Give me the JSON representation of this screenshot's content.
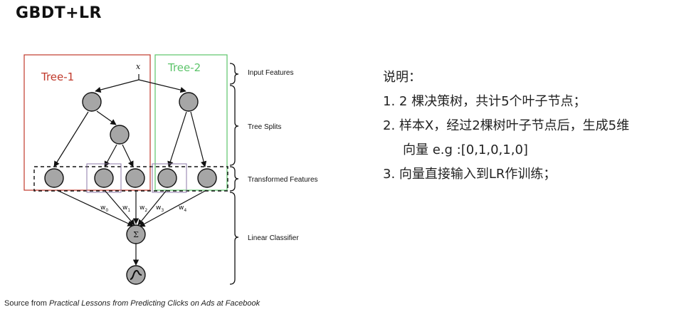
{
  "title": "GBDT+LR",
  "diagram": {
    "tree1_label": "Tree-1",
    "tree2_label": "Tree-2",
    "input_symbol": "x",
    "stage_labels": {
      "input": "Input Features",
      "splits": "Tree Splits",
      "transformed": "Transformed Features",
      "classifier": "Linear Classifier"
    },
    "weights": [
      "w",
      "w",
      "w",
      "w",
      "w"
    ],
    "weight_subscripts": [
      "0",
      "1",
      "2",
      "3",
      "4"
    ],
    "sum_symbol": "Σ",
    "colors": {
      "tree1": "#c0392b",
      "tree2": "#5cc46a",
      "node_fill": "#a6a6a6"
    }
  },
  "notes": {
    "heading": "说明：",
    "item1": "1.  2 棵决策树，共计5个叶子节点；",
    "item2_line1": "2.  样本X，经过2棵树叶子节点后，生成5维",
    "item2_line2": "向量 e.g :[0,1,0,1,0]",
    "item3": "3. 向量直接输入到LR作训练；"
  },
  "source": {
    "prefix": "Source from ",
    "paper": "Practical Lessons from Predicting Clicks on Ads at Facebook"
  }
}
